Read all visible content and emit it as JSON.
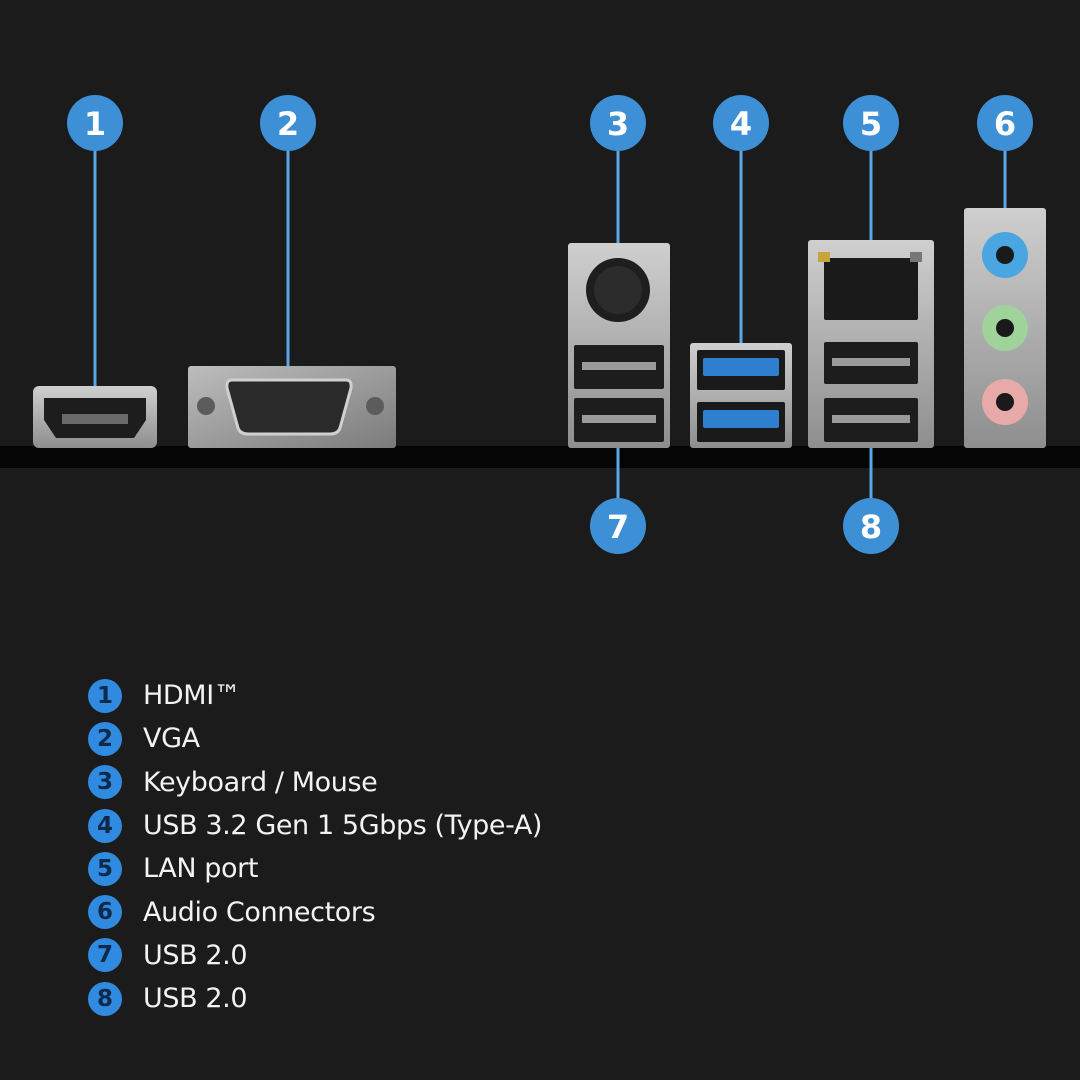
{
  "ports": [
    {
      "number": "1",
      "label": "HDMI™"
    },
    {
      "number": "2",
      "label": "VGA"
    },
    {
      "number": "3",
      "label": "Keyboard / Mouse"
    },
    {
      "number": "4",
      "label": "USB 3.2 Gen 1 5Gbps (Type-A)"
    },
    {
      "number": "5",
      "label": "LAN port"
    },
    {
      "number": "6",
      "label": "Audio Connectors"
    },
    {
      "number": "7",
      "label": "USB 2.0"
    },
    {
      "number": "8",
      "label": "USB 2.0"
    }
  ],
  "colors": {
    "background": "#1b1b1c",
    "callout": "#3d8fd6",
    "leader": "#5aa6e8",
    "usb3_blue": "#2f7fd0",
    "audio_blue": "#4aa6e0",
    "audio_green": "#9fd39a",
    "audio_pink": "#e8a9a9"
  }
}
